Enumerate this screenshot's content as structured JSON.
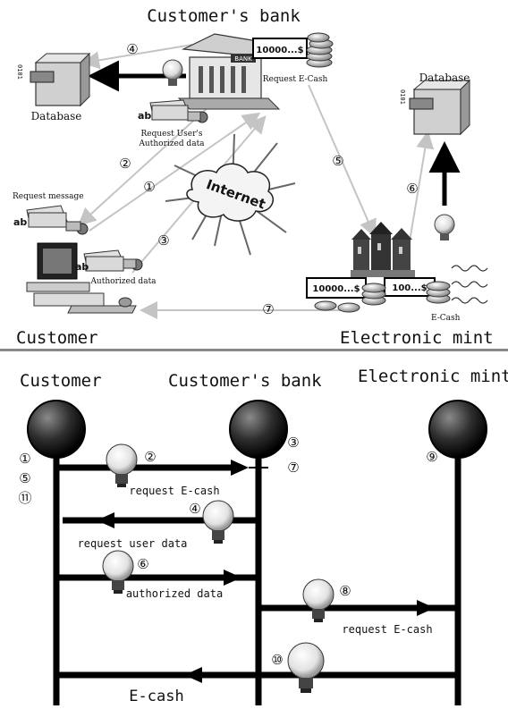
{
  "top": {
    "customers_bank": "Customer's bank",
    "customer": "Customer",
    "electronic_mint": "Electronic mint",
    "database_left": "Database",
    "database_right": "Database",
    "request_ecash": "Request E-Cash",
    "request_users_line1": "Request User's",
    "request_users_line2": "Authorized data",
    "request_message": "Request message",
    "authorized_data": "Authorized data",
    "internet": "Internet",
    "ecash": "E-Cash",
    "bill_top": "10000...$",
    "bill_mint1": "10000...$",
    "bill_mint2": "100...$",
    "doc_ab1": "ab",
    "doc_ab2": "ab",
    "doc_ab3": "ab",
    "binary_left": "0101",
    "binary_right": "0101",
    "bank_sign": "BANK",
    "steps": [
      "④",
      "②",
      "①",
      "③",
      "⑤",
      "⑥",
      "⑦"
    ]
  },
  "bottom": {
    "customer": "Customer",
    "customers_bank": "Customer's bank",
    "electronic_mint": "Electronic mint",
    "msg_request_ecash_1": "request E-cash",
    "msg_request_user_data": "request user data",
    "msg_authorized_data": "authorized data",
    "msg_request_ecash_2": "request E-cash",
    "msg_ecash": "E-cash",
    "steps": [
      "①",
      "⑤",
      "⑪",
      "②",
      "③",
      "⑦",
      "④",
      "⑥",
      "⑧",
      "⑨",
      "⑩"
    ]
  }
}
